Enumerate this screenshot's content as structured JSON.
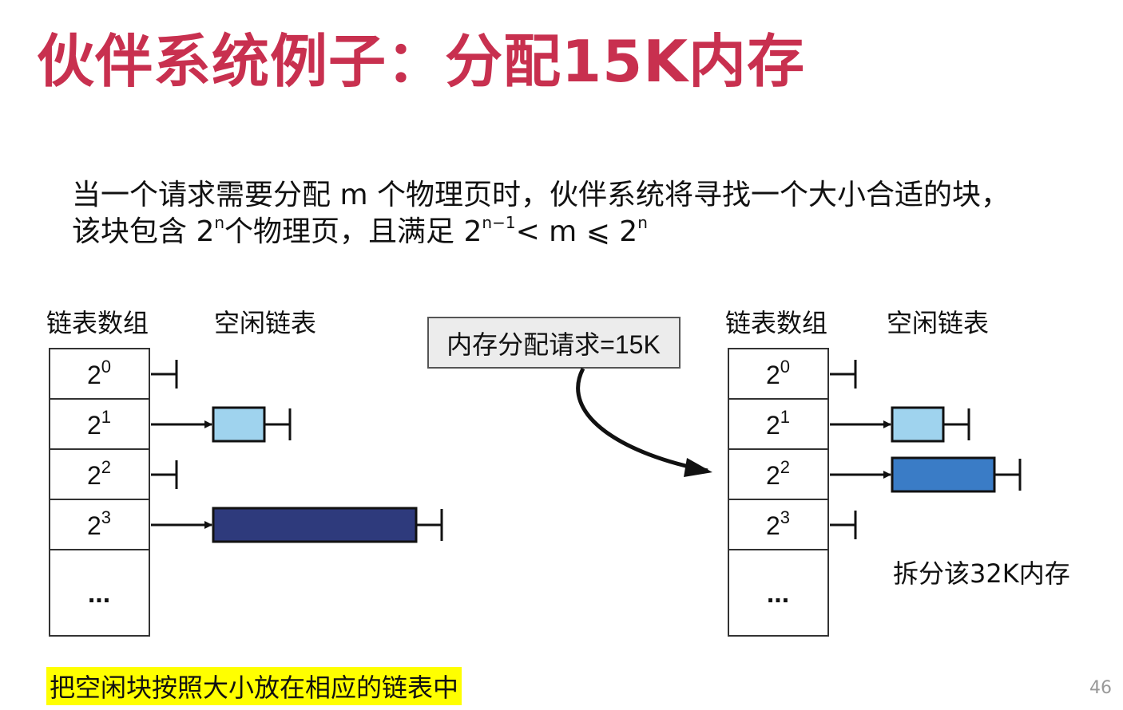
{
  "title": "伙伴系统例子：分配15K内存",
  "description": {
    "line1": "当一个请求需要分配 m 个物理页时，伙伴系统将寻找一个大小合适的块，",
    "line2_a": "该块包含 2",
    "line2_sup1": "n",
    "line2_b": "个物理页，且满足 2",
    "line2_sup2": "n−1",
    "line2_c": "< m ⩽ 2",
    "line2_sup3": "n"
  },
  "left": {
    "array_label": "链表数组",
    "freelist_label": "空闲链表",
    "rows": [
      {
        "base": "2",
        "exp": "0",
        "blocks": []
      },
      {
        "base": "2",
        "exp": "1",
        "blocks": [
          "light"
        ]
      },
      {
        "base": "2",
        "exp": "2",
        "blocks": []
      },
      {
        "base": "2",
        "exp": "3",
        "blocks": [
          "dark"
        ]
      }
    ],
    "ellipsis": "..."
  },
  "right": {
    "array_label": "链表数组",
    "freelist_label": "空闲链表",
    "rows": [
      {
        "base": "2",
        "exp": "0",
        "blocks": []
      },
      {
        "base": "2",
        "exp": "1",
        "blocks": [
          "light"
        ]
      },
      {
        "base": "2",
        "exp": "2",
        "blocks": [
          "medium"
        ]
      },
      {
        "base": "2",
        "exp": "3",
        "blocks": []
      }
    ],
    "ellipsis": "...",
    "split_note": "拆分该32K内存"
  },
  "request_box": "内存分配请求=15K",
  "note": "把空闲块按照大小放在相应的链表中",
  "page_number": "46",
  "colors": {
    "title": "#c8304f",
    "block_light": "#9fd3ee",
    "block_medium": "#3a7cc6",
    "block_dark": "#2e3a7c",
    "request_box_bg": "#ececec",
    "highlight": "#ffff00"
  }
}
